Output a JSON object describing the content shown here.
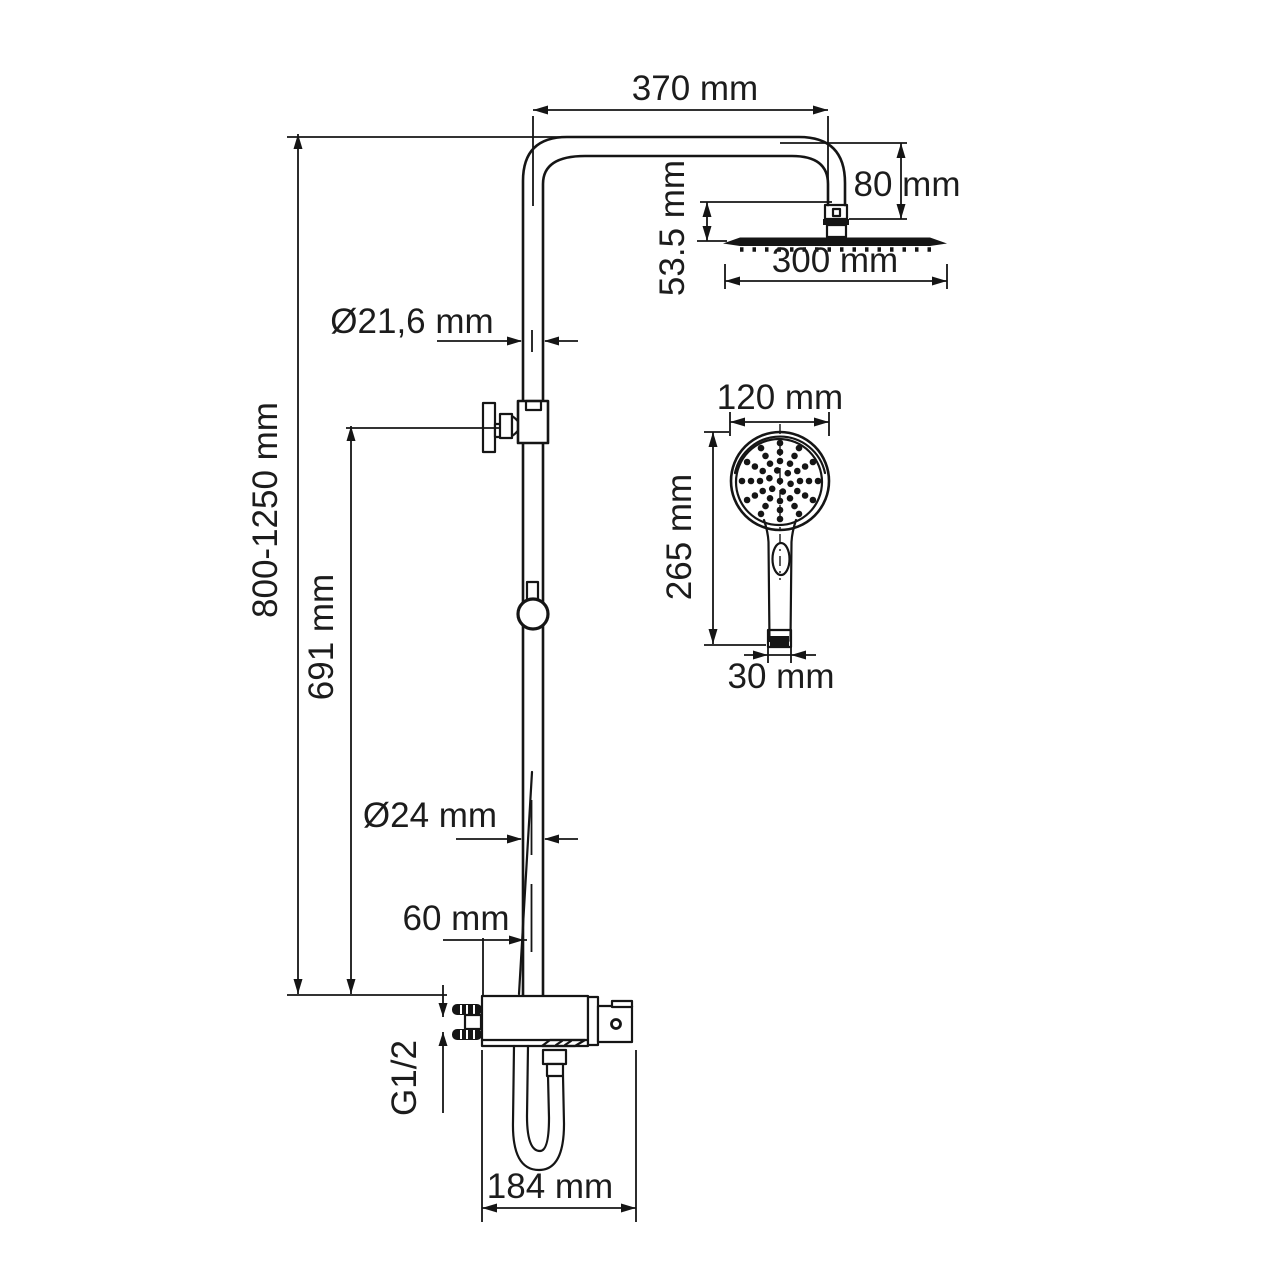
{
  "drawing": {
    "type": "technical-dimension-drawing",
    "subject": "shower column system with overhead rain shower, hand shower and thermostatic mixer",
    "dims": {
      "arm_length": "370 mm",
      "head_drop": "80 mm",
      "head_connector_height": "53.5 mm",
      "overhead_diameter": "300 mm",
      "upper_pipe_diameter": "Ø21,6 mm",
      "column_height_range": "800-1250 mm",
      "wall_bracket_height": "691 mm",
      "lower_pipe_diameter": "Ø24 mm",
      "pipe_to_mixer_offset": "60 mm",
      "inlet_thread": "G1/2",
      "mixer_width": "184 mm",
      "hand_shower_head_diameter": "120 mm",
      "hand_shower_length": "265 mm",
      "hand_shower_outlet_width": "30 mm"
    }
  }
}
